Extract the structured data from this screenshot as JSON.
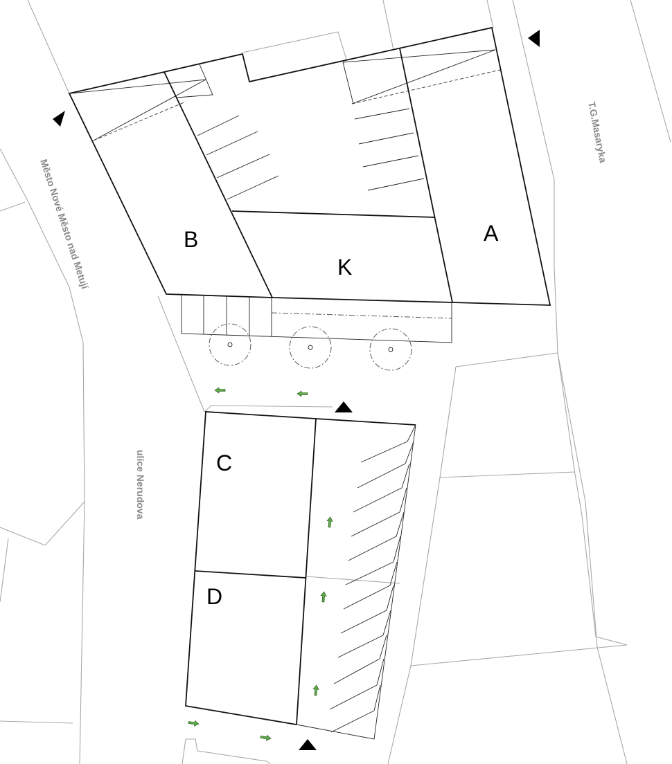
{
  "buildings": {
    "A": "A",
    "B": "B",
    "K": "K",
    "C": "C",
    "D": "D"
  },
  "streets": {
    "tg_masaryka": "T.G.Masaryka",
    "mesto": "Město Nové Město nad Metují",
    "nerudova": "ulice Nerudova"
  },
  "icons": {
    "entrance_marker": "black-triangle-icon",
    "traffic_arrow": "green-arrow-icon",
    "tree": "tree-canopy-icon"
  },
  "colors": {
    "building_outline": "#111111",
    "parcel_lines": "#a8a8a8",
    "street_text": "#8a8a8a",
    "traffic_arrow": "#5fae4a"
  }
}
